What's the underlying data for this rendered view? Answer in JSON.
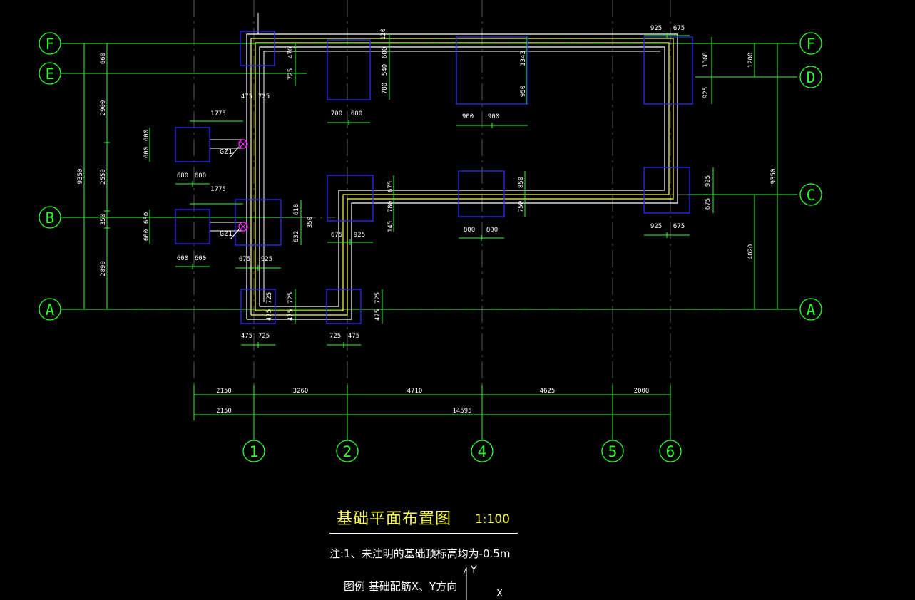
{
  "drawing": {
    "title": "基础平面布置图",
    "scale": "1:100",
    "note": "注:1、未注明的基础顶标高均为-0.5m",
    "legend": "图例 基础配筋X、Y方向",
    "axis_y": "Y",
    "axis_x": "X",
    "colors": {
      "axis_line": "#2aff2a",
      "dimension": "#2aff2a",
      "footing": "#2a2aff",
      "beam_outer": "#ffffff",
      "beam_inner": "#ffff4d",
      "column_marker": "#ff2aff",
      "grid_dash": "#c0c0c0",
      "text": "#ffffff",
      "title": "#ffff4d"
    }
  },
  "axes": {
    "horizontal": [
      "F",
      "E",
      "B",
      "A"
    ],
    "horizontal_right": [
      "F",
      "D",
      "C",
      "A"
    ],
    "vertical": [
      "1",
      "2",
      "4",
      "5",
      "6"
    ]
  },
  "dimensions": {
    "bottom_row1": [
      "2150",
      "3260",
      "4710",
      "4625",
      "2000"
    ],
    "bottom_row2": [
      "2150",
      "14595"
    ],
    "left_outer": "9350",
    "left_inner": [
      "660",
      "2900",
      "2550",
      "350",
      "2890"
    ],
    "right_outer": "9350",
    "right_inner": [
      "1200",
      "4020"
    ],
    "footing_labels": [
      "120",
      "470",
      "725",
      "475",
      "725",
      "600",
      "540",
      "780",
      "700",
      "600",
      "1343",
      "950",
      "900",
      "900",
      "925",
      "675",
      "1368",
      "925",
      "1775",
      "600",
      "600",
      "600",
      "600",
      "GZ1",
      "1775",
      "600",
      "600",
      "600",
      "600",
      "GZ1",
      "618",
      "632",
      "350",
      "675",
      "925",
      "675",
      "780",
      "145",
      "675",
      "925",
      "850",
      "750",
      "800",
      "800",
      "925",
      "675",
      "925",
      "675",
      "725",
      "475",
      "475",
      "725",
      "725",
      "475",
      "725",
      "475",
      "725",
      "475"
    ]
  }
}
